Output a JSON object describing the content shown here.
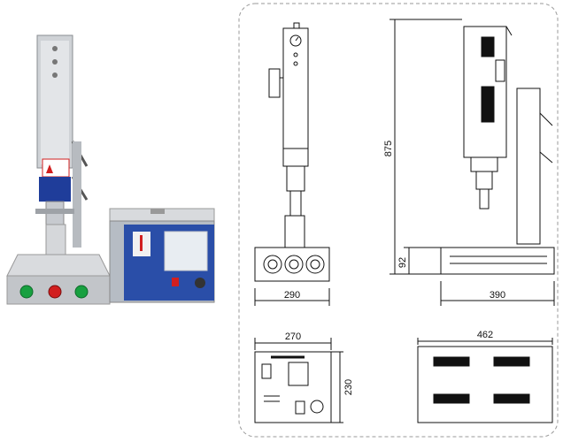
{
  "colors": {
    "machine_silver": "#c9ccd0",
    "machine_blue": "#1f3d9a",
    "warning_red": "#d11f1f",
    "button_green": "#18a040",
    "generator_blue": "#2a4ea8",
    "line": "#111111",
    "frame_dashed": "#9a9a9a"
  },
  "dimensions": {
    "front_width": "290",
    "side_depth": "390",
    "height": "875",
    "base_height": "92",
    "generator_width": "270",
    "generator_height": "230",
    "top_view_width": "462"
  },
  "icons": {
    "pressure_gauge": "gauge-icon",
    "warning_label": "warning-label-icon",
    "start_button_left": "green-button-icon",
    "start_button_right": "green-button-icon",
    "emergency_stop": "red-stop-button-icon"
  }
}
